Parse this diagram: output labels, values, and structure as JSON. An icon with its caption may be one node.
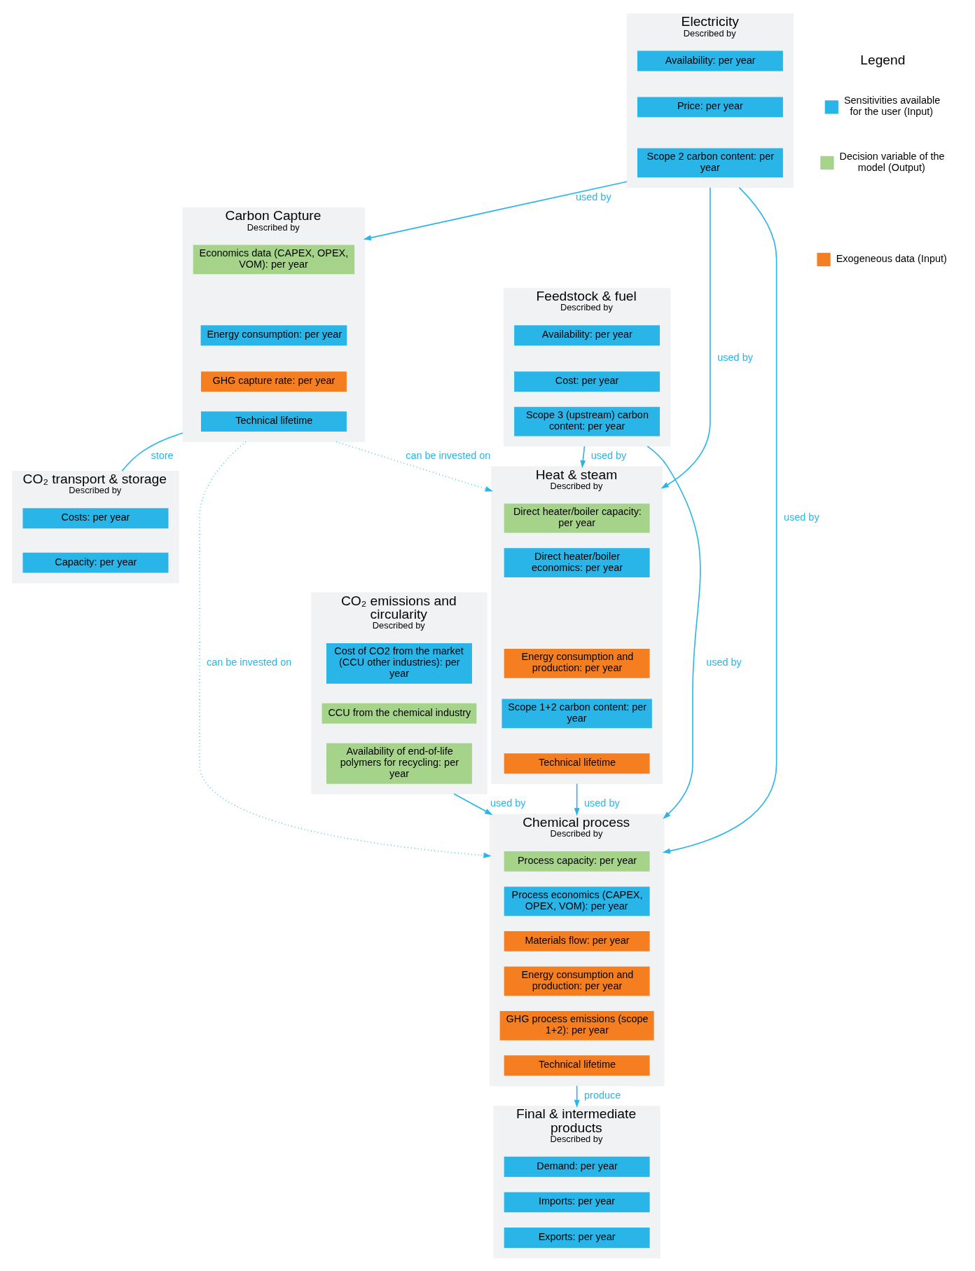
{
  "diagram": {
    "nodes": [
      {
        "text": [
          "Feedstock & fuel",
          "Described by"
        ]
      },
      {
        "text": [
          "Availability: per year"
        ],
        "in": 0
      },
      {
        "text": [
          "Cost: per year"
        ],
        "in": 0
      },
      {
        "text": [
          "Scope 3 (upstream) carbon content: per year"
        ],
        "in": 0
      },
      {
        "text": [
          "Carbon Capture",
          "Described by"
        ]
      },
      {
        "text": [
          "Economics data (CAPEX, OPEX, VOM): per year"
        ],
        "in": 4
      },
      {
        "text": [
          "Energy consumption: per year"
        ],
        "in": 4
      },
      {
        "text": [
          "GHG capture rate: per year"
        ],
        "in": 4
      },
      {
        "text": [
          "Technical lifetime"
        ],
        "in": 4
      },
      {
        "text": [
          "Electricity",
          "Described by"
        ]
      },
      {
        "text": [
          "Availability: per year"
        ],
        "in": 9
      },
      {
        "text": [
          "Price: per year"
        ],
        "in": 9
      },
      {
        "text": [
          "Scope 2 carbon content: per year"
        ],
        "in": 9
      },
      {
        "text": [
          "CO₂ transport & storage",
          "Described by"
        ]
      },
      {
        "text": [
          "Costs: per year"
        ],
        "in": 13
      },
      {
        "text": [
          "Capacity: per year"
        ],
        "in": 13
      },
      {
        "text": [
          "Heat & steam",
          "Described by"
        ]
      },
      {
        "text": [
          "Direct heater/boiler capacity: per year"
        ],
        "in": 16
      },
      {
        "text": [
          "Direct heater/boiler economics: per year"
        ],
        "in": 16
      },
      {
        "text": [
          "Energy consumption and production: per year"
        ],
        "in": 16
      },
      {
        "text": [
          "Scope 1+2 carbon content: per year"
        ],
        "in": 16
      },
      {
        "text": [
          "Technical lifetime"
        ],
        "in": 16
      },
      {
        "text": [
          "Final & intermediate products",
          "Described by"
        ]
      },
      {
        "text": [
          "Demand: per year"
        ],
        "in": 22
      },
      {
        "text": [
          "Imports: per year"
        ],
        "in": 22
      },
      {
        "text": [
          "Exports: per year"
        ],
        "in": 22
      },
      {
        "text": [
          "CO₂ emissions and circularity",
          "Described by"
        ]
      },
      {
        "text": [
          "Cost of CO2 from the market (CCU other industries): per year"
        ],
        "in": 26
      },
      {
        "text": [
          "CCU from the chemical industry"
        ],
        "in": 26
      },
      {
        "text": [
          "Availability of end-of-life polymers for recycling: per year"
        ],
        "in": 26
      },
      {
        "text": [
          "Chemical process",
          "Described by"
        ]
      },
      {
        "text": [
          "Process capacity: per year"
        ],
        "in": 30
      },
      {
        "text": [
          "Process economics (CAPEX, OPEX, VOM): per year"
        ],
        "in": 30
      },
      {
        "text": [
          "Materials flow: per year"
        ],
        "in": 30
      },
      {
        "text": [
          "Energy consumption and production: per year"
        ],
        "in": 30
      },
      {
        "text": [
          "GHG process emissions (scope 1+2): per year"
        ],
        "in": 30
      },
      {
        "text": [
          "Technical lifetime"
        ],
        "in": 30
      }
    ],
    "edges": [
      {
        "from": 0,
        "to": 16,
        "arrow": "to",
        "label": "used by"
      },
      {
        "from": 9,
        "to": 16,
        "arrow": "to",
        "label": "used by"
      },
      {
        "from": 9,
        "to": 4,
        "arrow": "to",
        "label": "used by"
      },
      {
        "from": 4,
        "to": 16,
        "arrow": "to",
        "label": "can be invested on",
        "style": "dashed"
      },
      {
        "from": 9,
        "to": 30,
        "arrow": "to",
        "label": "used by"
      },
      {
        "from": 16,
        "to": 30,
        "arrow": "to",
        "label": "used by"
      },
      {
        "from": 0,
        "to": 30,
        "arrow": "to",
        "label": "used by"
      },
      {
        "from": 4,
        "to": 30,
        "arrow": "to",
        "label": "can be invested on",
        "style": "dashed"
      },
      {
        "from": 4,
        "to": 13,
        "arrow": "none",
        "label": "store"
      },
      {
        "from": 30,
        "to": 22,
        "arrow": "to",
        "label": "produce"
      },
      {
        "from": 26,
        "to": 30,
        "arrow": "to",
        "label": "used by"
      }
    ],
    "labels": [
      "Legend"
    ],
    "legend": [
      {
        "text": "Sensitivities available for the user (Input)",
        "color": "#29b5e8"
      },
      {
        "text": "Decision variable of the model (Output)",
        "color": "#a5d38a"
      },
      {
        "text": "Exogeneous data (Input)",
        "color": "#f47e20"
      }
    ]
  }
}
